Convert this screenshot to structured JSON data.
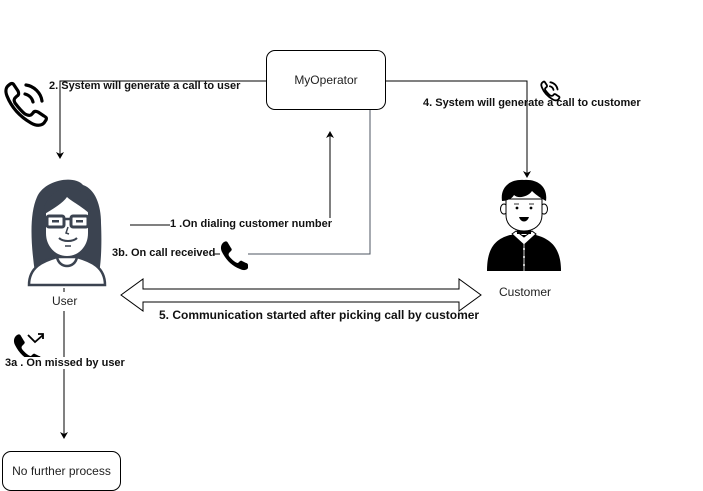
{
  "diagram": {
    "nodes": {
      "operator": {
        "label": "MyOperator"
      },
      "user": {
        "label": "User"
      },
      "customer": {
        "label": "Customer"
      },
      "end": {
        "label": "No further process"
      }
    },
    "edges": {
      "step1": {
        "label": "1 .On dialing customer number"
      },
      "step2": {
        "label": "2. System will generate a call to user"
      },
      "step3a": {
        "label": "3a . On missed by user"
      },
      "step3b": {
        "label": "3b. On call received"
      },
      "step4": {
        "label": "4. System will generate a call to customer"
      },
      "step5": {
        "label": "5. Communication started after picking call by  customer"
      }
    },
    "icons": {
      "step2": "phone-ringing-icon",
      "step3a": "phone-missed-icon",
      "step3b": "phone-icon",
      "step4": "phone-ringing-icon"
    },
    "colors": {
      "stroke": "#000000",
      "grey_stroke": "#4d5560",
      "user_avatar": "#3b4350"
    }
  }
}
